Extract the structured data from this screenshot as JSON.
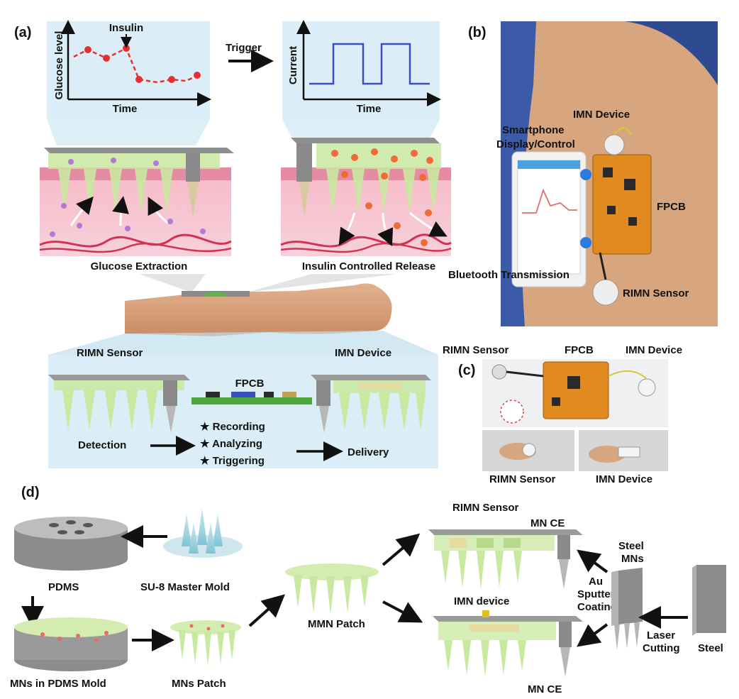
{
  "panels": {
    "a": "(a)",
    "b": "(b)",
    "c": "(c)",
    "d": "(d)"
  },
  "panel_a": {
    "glucose_plot": {
      "ylabel": "Glucose level",
      "xlabel": "Time",
      "marker": "Insulin"
    },
    "current_plot": {
      "ylabel": "Current",
      "xlabel": "Time"
    },
    "trigger": "Trigger",
    "left_caption": "Glucose Extraction",
    "right_caption": "Insulin Controlled Release",
    "bottom": {
      "sensor": "RIMN Sensor",
      "device": "IMN Device",
      "fpcb": "FPCB",
      "detection": "Detection",
      "steps": [
        "Recording",
        "Analyzing",
        "Triggering"
      ],
      "delivery": "Delivery"
    }
  },
  "panel_b": {
    "imn_device": "IMN Device",
    "smartphone_1": "Smartphone",
    "smartphone_2": "Display/Control",
    "fpcb": "FPCB",
    "bluetooth": "Bluetooth Transmission",
    "rimn_sensor": "RIMN Sensor"
  },
  "panel_c": {
    "rimn_sensor": "RIMN Sensor",
    "fpcb": "FPCB",
    "imn_device": "IMN Device",
    "bottom_left": "RIMN Sensor",
    "bottom_right": "IMN Device"
  },
  "panel_d": {
    "pdms": "PDMS",
    "su8": "SU-8 Master Mold",
    "mns_pdms": "MNs in PDMS Mold",
    "mns_patch": "MNs Patch",
    "mmn_patch": "MMN Patch",
    "rimn_sensor": "RIMN Sensor",
    "mn_ce_top": "MN CE",
    "imn_device": "IMN device",
    "mn_ce_bottom": "MN CE",
    "steel_mns_1": "Steel",
    "steel_mns_2": "MNs",
    "au_1": "Au",
    "au_2": "Sputter",
    "au_3": "Coating",
    "laser_1": "Laser",
    "laser_2": "Cutting",
    "steel": "Steel"
  },
  "colors": {
    "glucose_curve": "#e53030",
    "current_curve": "#3a4fbf",
    "panel_bg": "#dbeef7",
    "skin": "#f2a5b8",
    "gel": "#c9e8a0",
    "fpcb": "#e08a20"
  }
}
